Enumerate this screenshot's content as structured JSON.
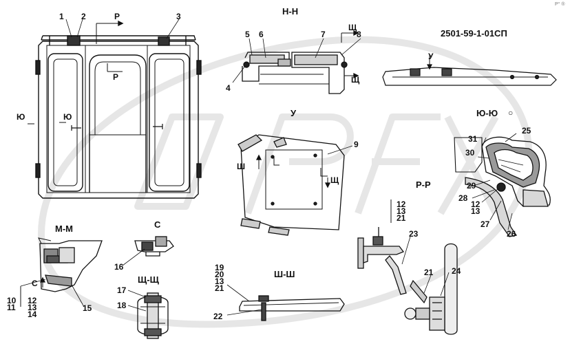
{
  "document_code": "2501-59-1-01СП",
  "top_mark": "Р° ®",
  "view_labels": {
    "nn": "Н-Н",
    "u": "У",
    "yuyu": "Ю-Ю",
    "yuyu_symbol": "○",
    "rr": "Р-Р",
    "mm": "М-М",
    "c": "С",
    "shch_shch": "Щ-Щ",
    "sh_sh": "Ш-Ш"
  },
  "section_arrows": {
    "r_top": "Р",
    "r_mid": "Р",
    "yu_left": "Ю",
    "yu_right": "Ю",
    "shch_top": "Щ",
    "shch_bottom": "Щ",
    "u_arrow": "У",
    "sh_left": "Ш",
    "shch_u": "Щ",
    "c_arrow": "С"
  },
  "callouts": {
    "n1": "1",
    "n2": "2",
    "n3": "3",
    "n4": "4",
    "n5": "5",
    "n6": "6",
    "n7": "7",
    "n8": "8",
    "n9": "9",
    "n15": "15",
    "n16": "16",
    "n17": "17",
    "n18": "18",
    "n22": "22",
    "n23": "23",
    "n21b": "21",
    "n24": "24",
    "n25": "25",
    "n26": "26",
    "n27": "27",
    "n28": "28",
    "n29": "29",
    "n30": "30",
    "n31": "31"
  },
  "stacks": {
    "mm_left": [
      "10",
      "11"
    ],
    "mm_right": [
      "12",
      "13",
      "14"
    ],
    "rr": [
      "12",
      "13",
      "21"
    ],
    "shsh": [
      "19",
      "20",
      "13",
      "21"
    ],
    "yuyu": [
      "12",
      "13"
    ]
  }
}
